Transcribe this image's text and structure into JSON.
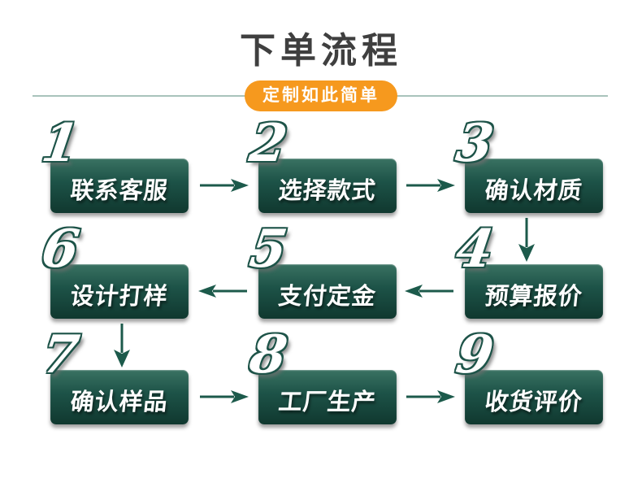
{
  "header": {
    "title": "下单流程",
    "badge": "定制如此简单"
  },
  "colors": {
    "accent_orange": "#F6991E",
    "box_green": "#1D5348",
    "box_green_light": "#3A7262",
    "box_green_dark": "#10382F",
    "arrow_green": "#1C5A4B",
    "title_gray": "#3F3F3F",
    "divider_sage": "#A9C3BB"
  },
  "steps": [
    {
      "num": "1",
      "label": "联系客服"
    },
    {
      "num": "2",
      "label": "选择款式"
    },
    {
      "num": "3",
      "label": "确认材质"
    },
    {
      "num": "4",
      "label": "预算报价"
    },
    {
      "num": "5",
      "label": "支付定金"
    },
    {
      "num": "6",
      "label": "设计打样"
    },
    {
      "num": "7",
      "label": "确认样品"
    },
    {
      "num": "8",
      "label": "工厂生产"
    },
    {
      "num": "9",
      "label": "收货评价"
    }
  ],
  "connections": [
    {
      "from": "1",
      "to": "2",
      "direction": "right"
    },
    {
      "from": "2",
      "to": "3",
      "direction": "right"
    },
    {
      "from": "3",
      "to": "4",
      "direction": "down"
    },
    {
      "from": "4",
      "to": "5",
      "direction": "left"
    },
    {
      "from": "5",
      "to": "6",
      "direction": "left"
    },
    {
      "from": "6",
      "to": "7",
      "direction": "down"
    },
    {
      "from": "7",
      "to": "8",
      "direction": "right"
    },
    {
      "from": "8",
      "to": "9",
      "direction": "right"
    }
  ]
}
